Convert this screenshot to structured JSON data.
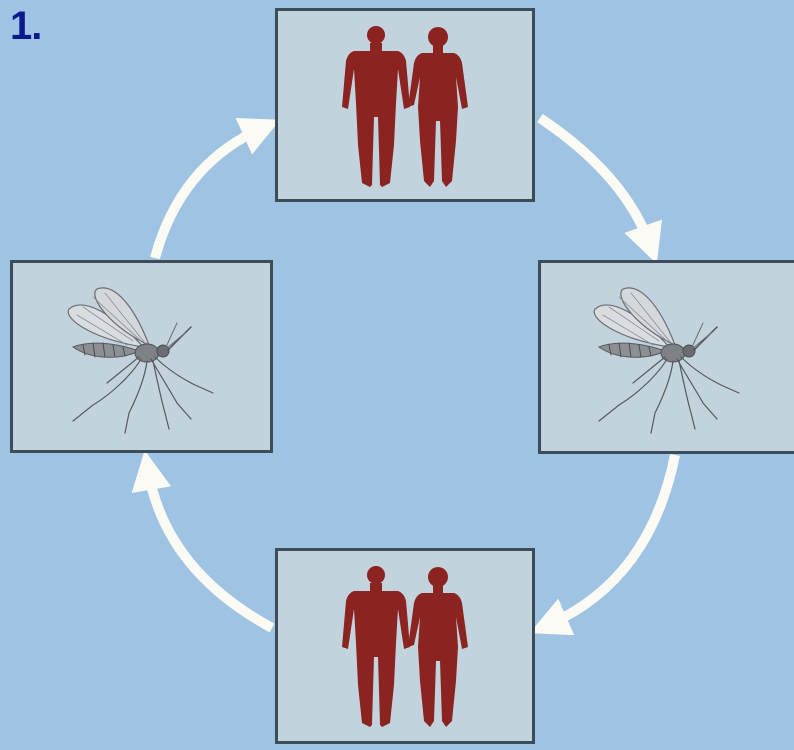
{
  "step_number": "1.",
  "cycle": {
    "panels": [
      {
        "id": "top",
        "depicts": "human-couple"
      },
      {
        "id": "right",
        "depicts": "mosquito"
      },
      {
        "id": "bottom",
        "depicts": "human-couple"
      },
      {
        "id": "left",
        "depicts": "mosquito"
      }
    ],
    "arrow_direction": "clockwise"
  },
  "colors": {
    "background": "#9fc3e2",
    "panel_fill": "#c3d3de",
    "panel_border": "#3c4c58",
    "human_silhouette": "#8b2420",
    "arrow": "#fbfaf4",
    "step_number": "#0a1a8c",
    "mosquito": "#5a5e62"
  }
}
